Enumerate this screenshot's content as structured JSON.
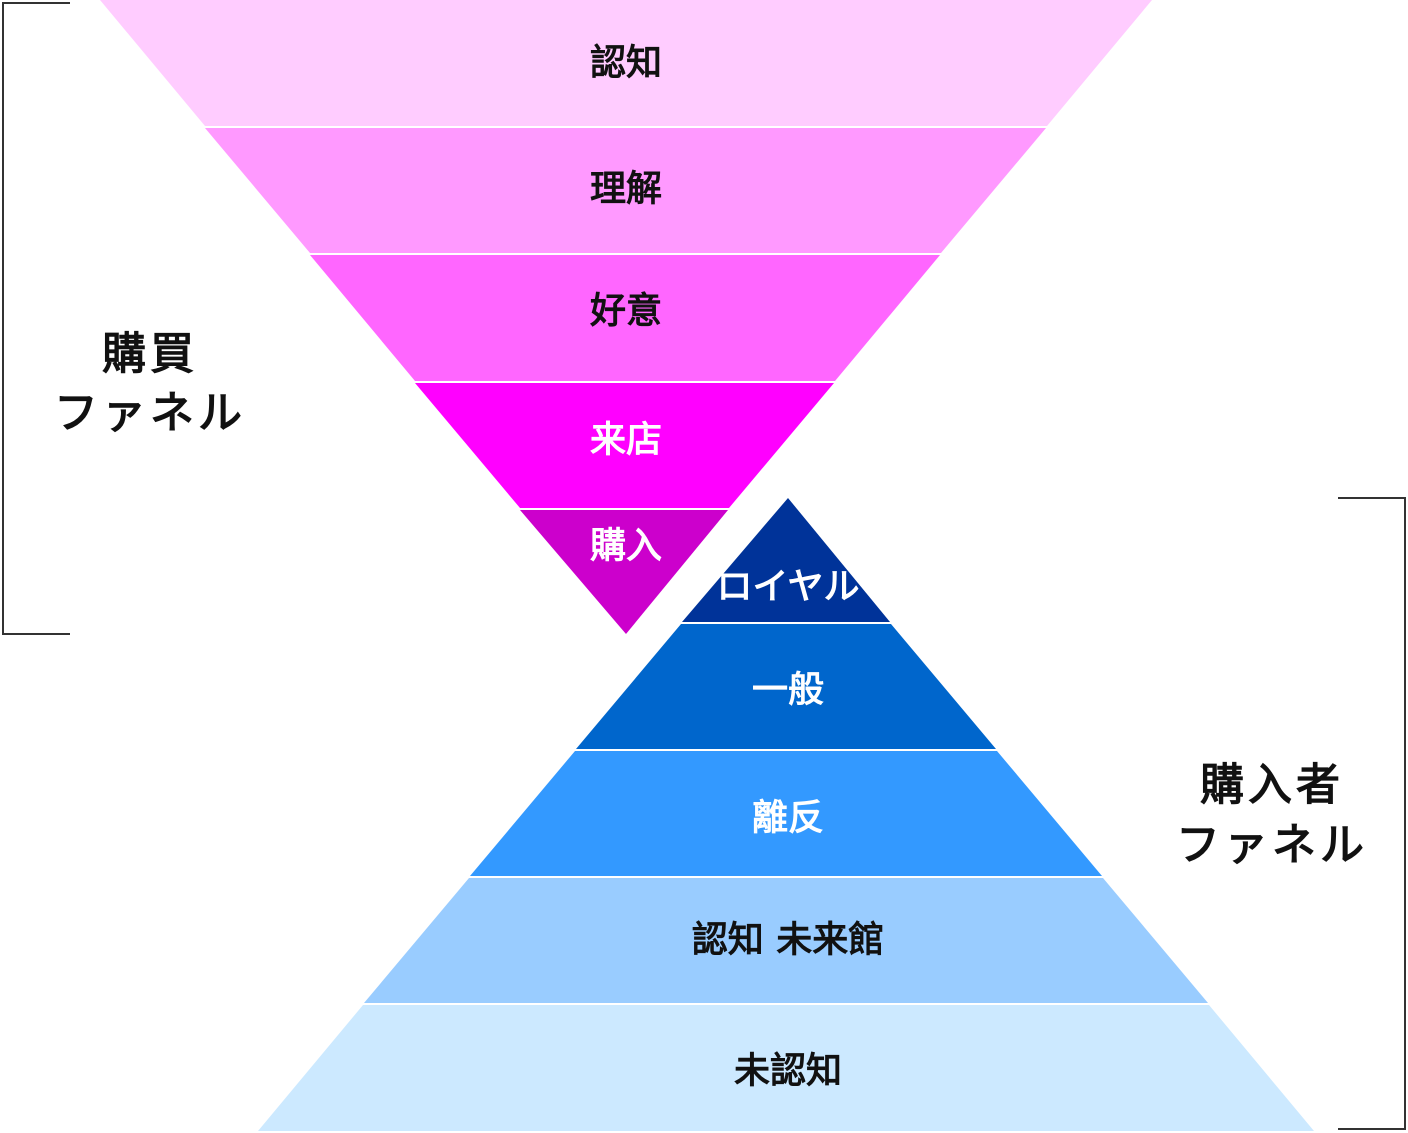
{
  "purchase_funnel": {
    "label_line1": "購買",
    "label_line2": "ファネル",
    "segments": [
      {
        "label": "認知",
        "color": "#ffccff",
        "text_color": "#111111"
      },
      {
        "label": "理解",
        "color": "#ff99ff",
        "text_color": "#111111"
      },
      {
        "label": "好意",
        "color": "#ff66ff",
        "text_color": "#111111"
      },
      {
        "label": "来店",
        "color": "#ff00ff",
        "text_color": "#ffffff"
      },
      {
        "label": "購入",
        "color": "#cc00cc",
        "text_color": "#ffffff"
      }
    ]
  },
  "buyer_funnel": {
    "label_line1": "購入者",
    "label_line2": "ファネル",
    "segments": [
      {
        "label": "ロイヤル",
        "color": "#003399",
        "text_color": "#ffffff"
      },
      {
        "label": "一般",
        "color": "#0066cc",
        "text_color": "#ffffff"
      },
      {
        "label": "離反",
        "color": "#3399ff",
        "text_color": "#ffffff"
      },
      {
        "label": "認知 未来館",
        "color": "#99ccff",
        "text_color": "#111111"
      },
      {
        "label": "未認知",
        "color": "#cce9ff",
        "text_color": "#111111"
      }
    ]
  }
}
